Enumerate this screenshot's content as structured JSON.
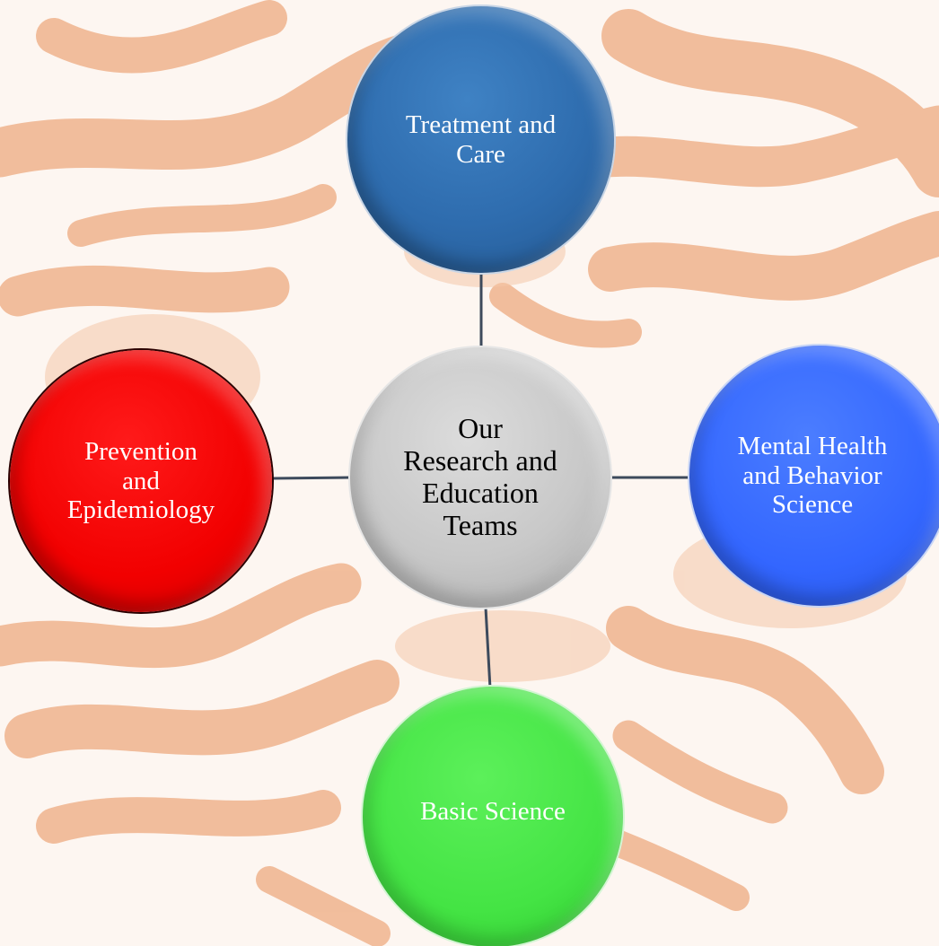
{
  "diagram": {
    "center": {
      "label": "Our\nResearch and\nEducation\nTeams",
      "color": "#c8c8c8"
    },
    "nodes": {
      "top": {
        "label": "Treatment and\nCare",
        "color": "#2e6cae"
      },
      "left": {
        "label": "Prevention\nand\nEpidemiology",
        "color": "#f20000"
      },
      "right": {
        "label": "Mental Health\nand Behavior\nScience",
        "color": "#3366ff"
      },
      "bottom": {
        "label": "Basic Science",
        "color": "#44e444"
      }
    },
    "connector_color": "#3d4a5c",
    "background_art_color": "#f0b48e"
  }
}
